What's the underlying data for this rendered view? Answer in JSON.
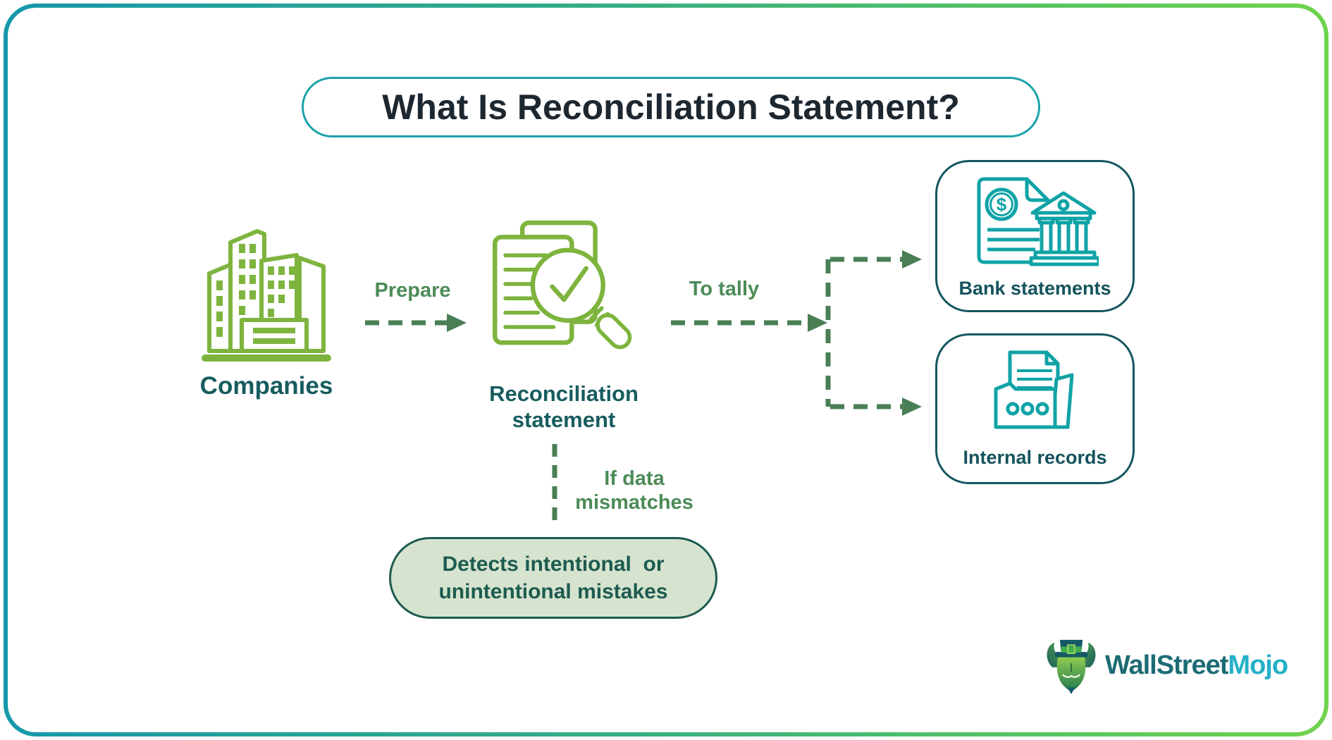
{
  "title": {
    "text": "What Is Reconciliation Statement?"
  },
  "nodes": {
    "companies": {
      "label": "Companies"
    },
    "reconciliation": {
      "line1": "Reconciliation",
      "line2": "statement"
    },
    "bank": {
      "label": "Bank statements"
    },
    "internal": {
      "label": "Internal records"
    },
    "detects": {
      "line1": "Detects intentional  or",
      "line2": "unintentional mistakes"
    }
  },
  "edges": {
    "prepare": {
      "label": "Prepare"
    },
    "to_tally": {
      "label": "To tally"
    },
    "mismatch": {
      "line1": "If data",
      "line2": "mismatches"
    }
  },
  "logo": {
    "part1": "WallStreet",
    "part2": "Mojo"
  },
  "icons": {
    "companies": "buildings-icon",
    "reconciliation": "document-check-magnifier-icon",
    "bank": "bank-statement-icon",
    "internal": "folder-records-icon",
    "brand": "bull-tophat-icon"
  },
  "colors": {
    "frame_gradient_start": "#1598aa",
    "frame_gradient_end": "#6fd34c",
    "title_border": "#1aa2ab",
    "title_text": "#1d2730",
    "green_icon": "#7eb43e",
    "teal_icon": "#0fa3a6",
    "dark_teal_text": "#175c5f",
    "connector_green": "#4a7f55",
    "edge_label_green": "#4c8b57",
    "result_box_bg": "#d6e4cf",
    "result_box_border": "#1d5b50",
    "side_box_border": "#14565e",
    "logo_dark": "#1d6b74",
    "logo_accent": "#25b0c8"
  }
}
